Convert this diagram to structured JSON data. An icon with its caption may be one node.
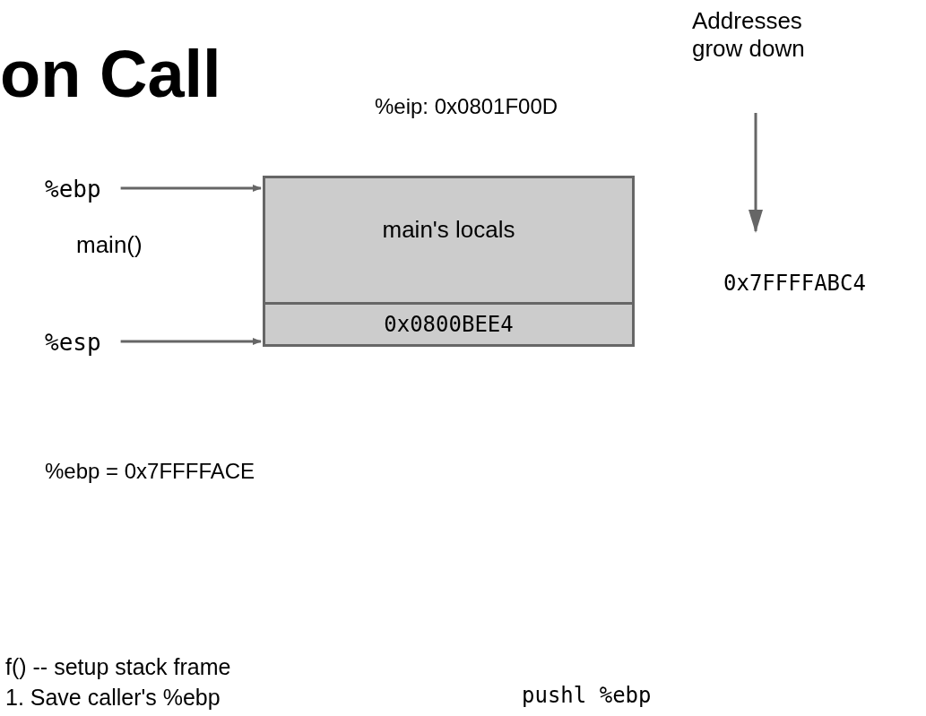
{
  "diagram": {
    "title": "on Call",
    "nodes": [
      {
        "text": [
          "main's locals"
        ]
      },
      {
        "text": [
          "0x0800BEE4"
        ]
      },
      {
        "text": [
          "%ebp"
        ]
      },
      {
        "text": [
          "%esp"
        ]
      }
    ],
    "edges": [
      {
        "from": 2,
        "to": 0,
        "arrow": "to"
      },
      {
        "from": 3,
        "to": 1,
        "arrow": "to"
      }
    ],
    "labels": [
      "Addresses grow down",
      "%eip: 0x0801F00D",
      "main()",
      "0x7FFFFABC4",
      "%ebp = 0x7FFFFACE",
      "f() -- setup stack frame",
      "1. Save caller's %ebp",
      "pushl %ebp"
    ]
  }
}
